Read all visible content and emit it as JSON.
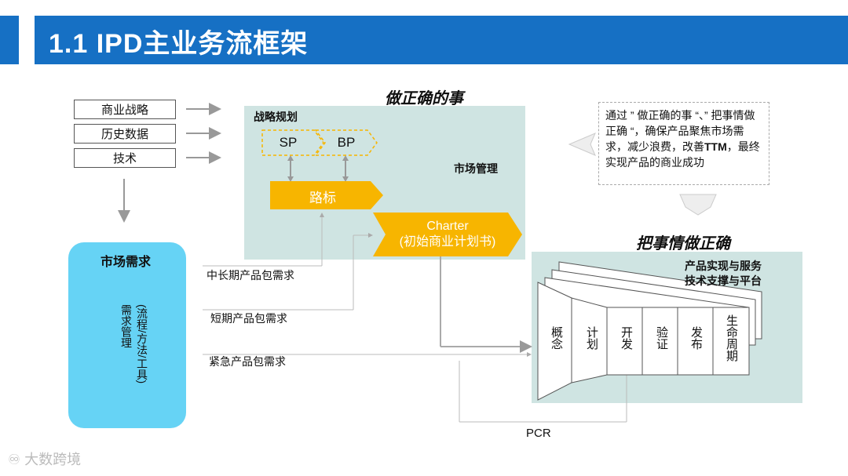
{
  "title": "1.1 IPD主业务流框架",
  "inputs": [
    "商业战略",
    "历史数据",
    "技术"
  ],
  "do_right_thing": {
    "heading": "做正确的事",
    "strategy_label": "战略规划",
    "sp": "SP",
    "bp": "BP",
    "market_mgmt": "市场管理",
    "roadmap": "路标",
    "charter_line1": "Charter",
    "charter_line2": "(初始商业计划书)"
  },
  "market_demand": {
    "title": "市场需求",
    "vertical_line1": "需求管理",
    "vertical_line2": "(流程/方法/工具)"
  },
  "demands": [
    "中长期产品包需求",
    "短期产品包需求",
    "紧急产品包需求"
  ],
  "note": {
    "text": "通过 ” 做正确的事 “、” 把事情做正确 “，确保产品聚焦市场需求，减少浪费，改善",
    "bold": "TTM",
    "tail": "，最终实现产品的商业成功"
  },
  "do_thing_right": {
    "heading": "把事情做正确",
    "layer1": "产品实现与服务",
    "layer2": "技术支撑与平台",
    "stages": [
      "概念",
      "计划",
      "开发",
      "验证",
      "发布",
      "生命周期"
    ]
  },
  "pcr": "PCR",
  "watermark": "大数跨境",
  "colors": {
    "title_bar": "#1670c4",
    "panel": "#cfe4e2",
    "yellow": "#f7b500",
    "market_box": "#66d3f5",
    "arrow_gray": "#999999"
  }
}
